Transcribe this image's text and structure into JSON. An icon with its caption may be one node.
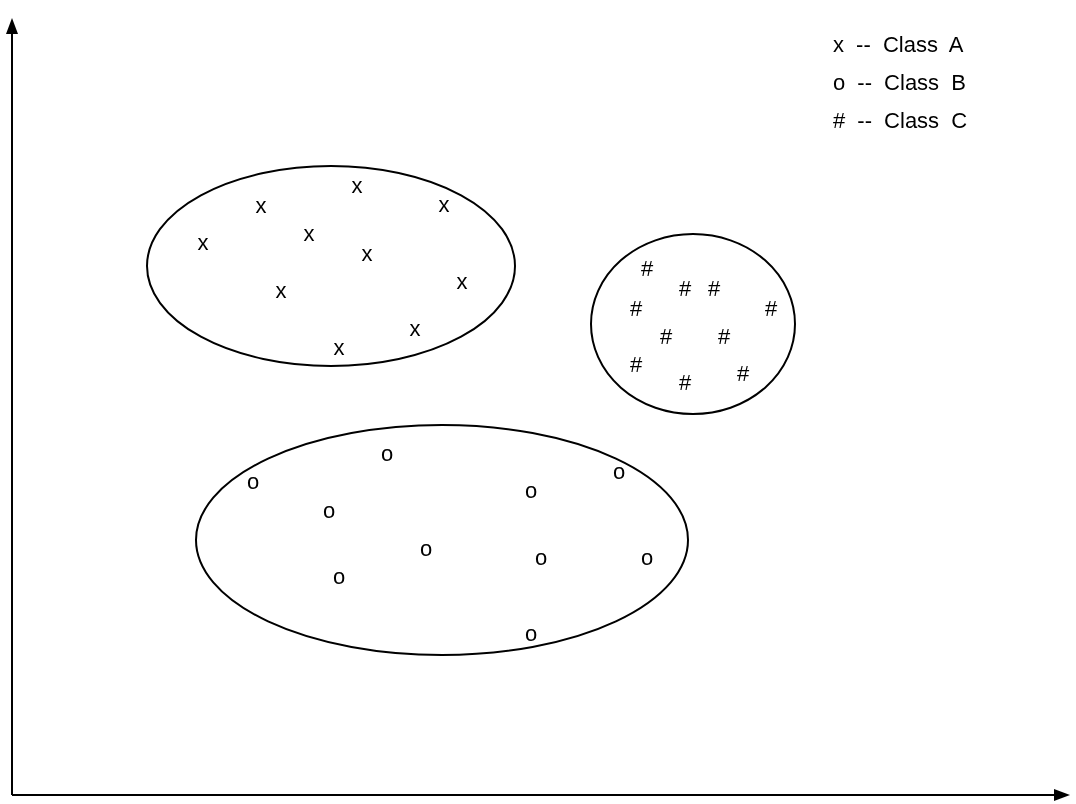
{
  "diagram": {
    "nodes": [
      {
        "text": [
          "x",
          "x",
          "x",
          "x",
          "x",
          "x",
          "x",
          "x",
          "x",
          "x"
        ]
      },
      {
        "text": [
          "#",
          "#",
          "#",
          "#",
          "#",
          "#",
          "#",
          "#",
          "#",
          "#"
        ]
      },
      {
        "text": [
          "o",
          "o",
          "o",
          "o",
          "o",
          "o",
          "o",
          "o",
          "o",
          "o"
        ]
      }
    ],
    "edges": [],
    "legend": [
      {
        "text": "x -- Class A"
      },
      {
        "text": "o -- Class B"
      },
      {
        "text": "# -- Class C"
      }
    ]
  }
}
